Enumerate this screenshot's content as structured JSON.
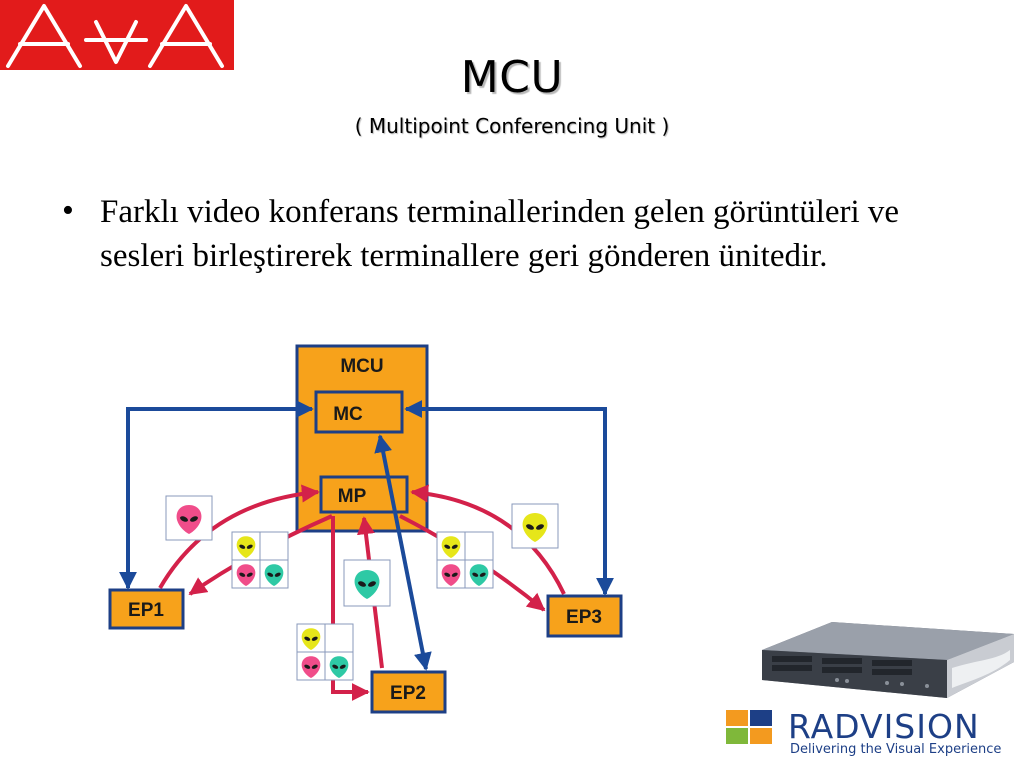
{
  "slide": {
    "title": "MCU",
    "subtitle": "( Multipoint Conferencing Unit )",
    "bullet": "Farklı video konferans terminallerinden gelen görüntüleri ve sesleri birleştirerek terminallere geri gönderen ünitedir."
  },
  "diagram": {
    "mcu_label": "MCU",
    "mc_label": "MC",
    "mp_label": "MP",
    "ep1_label": "EP1",
    "ep2_label": "EP2",
    "ep3_label": "EP3"
  },
  "brand": {
    "name": "RADVISION",
    "tagline": "Delivering the Visual Experience"
  },
  "colors": {
    "logo_bg": "#e21b1b",
    "mcu_orange": "#f7a21b",
    "box_border": "#1d3f86",
    "control_arrow": "#1b4a9a",
    "media_arrow": "#d3214a",
    "alien_pink": "#f04d8a",
    "alien_yellow": "#e6e61a",
    "alien_teal": "#2ec9a5"
  }
}
